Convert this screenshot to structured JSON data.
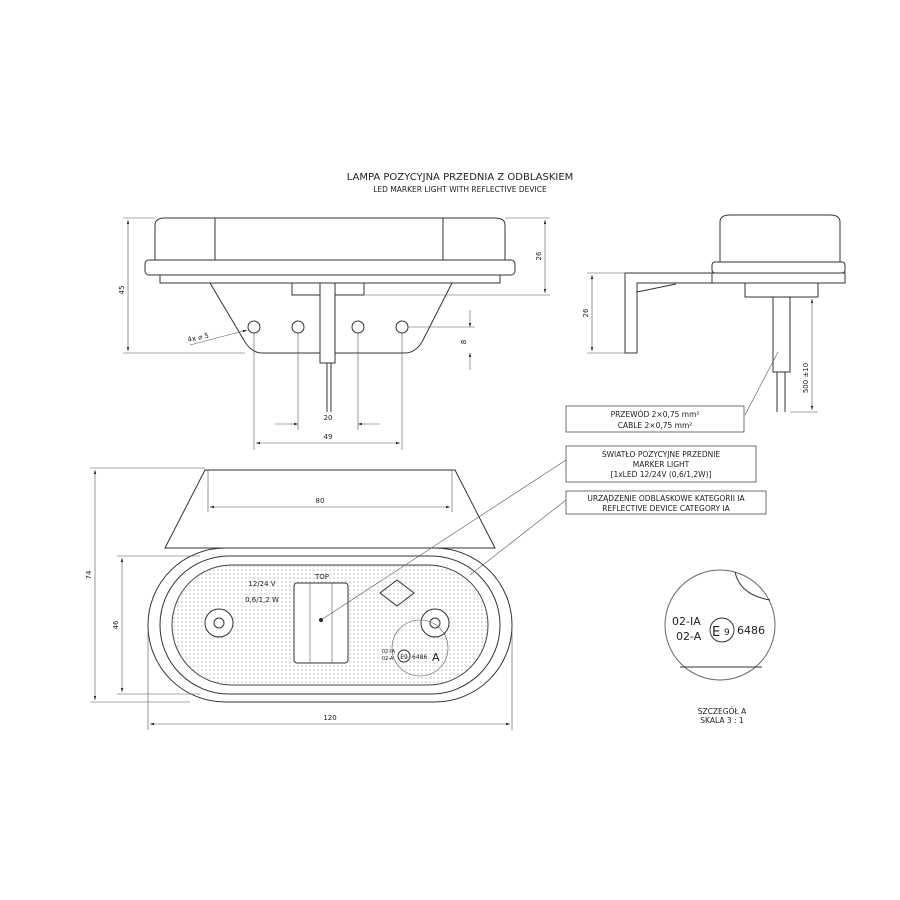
{
  "title": {
    "pl": "LAMPA POZYCYJNA PRZEDNIA Z ODBLASKIEM",
    "en": "LED MARKER LIGHT WITH REFLECTIVE DEVICE"
  },
  "dimensions": {
    "front_height": "45",
    "front_body_height": "26",
    "hole_offset": "8",
    "hole_spacing_inner": "20",
    "hole_spacing_outer": "49",
    "holes": "4x ⌀ 5",
    "side_bracket_height": "26",
    "cable_length": "500 ±10",
    "top_width": "80",
    "overall_depth": "74",
    "lens_height": "46",
    "overall_width": "120"
  },
  "lens_markings": {
    "voltage": "12/24 V",
    "power": "0,6/1,2 W",
    "top": "TOP",
    "approval_lines": [
      "02-IA",
      "02-A"
    ],
    "e_mark": "E9",
    "approval_number": "6486",
    "detail_ref": "A"
  },
  "callouts": [
    {
      "lines": [
        "PRZEWÓD 2×0,75 mm²",
        "CABLE 2×0,75 mm²"
      ]
    },
    {
      "lines": [
        "ŚWIATŁO POZYCYJNE PRZEDNIE",
        "MARKER LIGHT",
        "[1xLED 12/24V (0,6/1,2W)]"
      ]
    },
    {
      "lines": [
        "URZĄDZENIE ODBLASKOWE KATEGORII IA",
        "REFLECTIVE DEVICE CATEGORY IA"
      ]
    }
  ],
  "detail": {
    "approval_lines": [
      "02-IA",
      "02-A"
    ],
    "e_mark": "E",
    "e_number": "9",
    "approval_number": "6486",
    "caption": "SZCZEGÓŁ A",
    "scale": "SKALA 3 : 1"
  }
}
